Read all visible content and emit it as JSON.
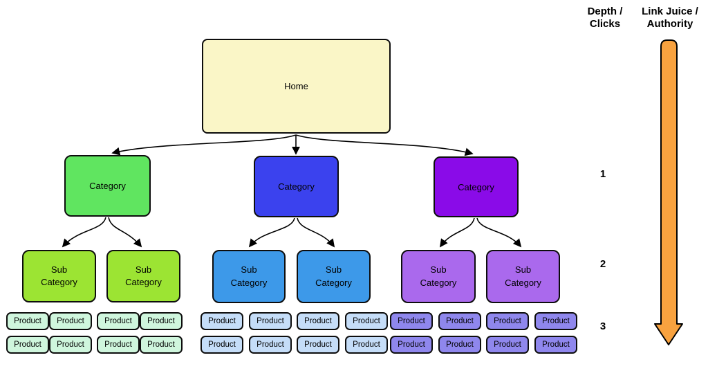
{
  "tree": {
    "home": "Home",
    "branches": [
      {
        "category": "Category",
        "subcategories": [
          "Sub\nCategory",
          "Sub\nCategory"
        ],
        "products": [
          "Product",
          "Product",
          "Product",
          "Product",
          "Product",
          "Product",
          "Product",
          "Product"
        ]
      },
      {
        "category": "Category",
        "subcategories": [
          "Sub\nCategory",
          "Sub\nCategory"
        ],
        "products": [
          "Product",
          "Product",
          "Product",
          "Product",
          "Product",
          "Product",
          "Product",
          "Product"
        ]
      },
      {
        "category": "Category",
        "subcategories": [
          "Sub\nCategory",
          "Sub\nCategory"
        ],
        "products": [
          "Product",
          "Product",
          "Product",
          "Product",
          "Product",
          "Product",
          "Product",
          "Product"
        ]
      }
    ]
  },
  "legend": {
    "depth_header": "Depth /\nClicks",
    "authority_header": "Link Juice /\nAuthority",
    "levels": [
      "1",
      "2",
      "3"
    ]
  },
  "colors": {
    "home": "#FAF6C7",
    "category_green": "#60E560",
    "category_blue": "#3B42EE",
    "category_purple": "#8A0BE8",
    "subcategory_green": "#9CE433",
    "subcategory_blue": "#3D99E9",
    "subcategory_purple": "#AA69ED",
    "product_green": "#CFF6DD",
    "product_blue": "#C5DDF8",
    "product_purple": "#8F87ED",
    "authority_arrow": "#F8A23F",
    "connector": "#000000"
  }
}
